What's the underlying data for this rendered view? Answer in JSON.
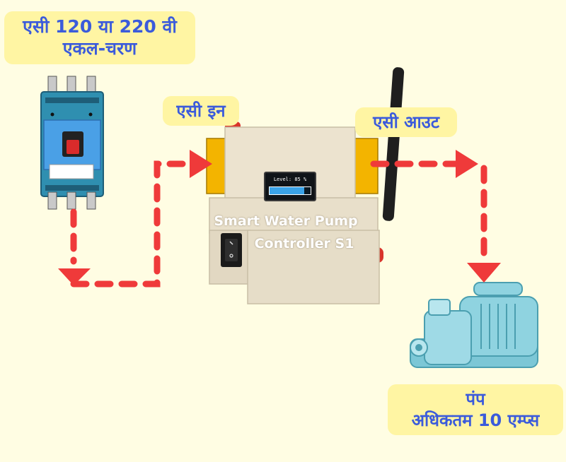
{
  "labels": {
    "source_line1": "एसी 120 या 220 वी",
    "source_line2": "एकल-चरण",
    "ac_in": "एसी इन",
    "ac_out": "एसी आउट",
    "pump_line1": "पंप",
    "pump_line2": "अधिकतम 10 एम्प्स"
  },
  "device": {
    "name_line1": "Smart Water Pump",
    "name_line2": "Controller S1",
    "display_text": "Level: 85 %",
    "level_percent": 85
  },
  "colors": {
    "background": "#fffde3",
    "label_bg": "#fff5a3",
    "label_text": "#3b5bdb",
    "arrow": "#ef3a3a",
    "breaker": "#3f8bd6",
    "enclosure": "#ece3cf",
    "terminal": "#f4b400",
    "pump": "#8fd3e0"
  }
}
